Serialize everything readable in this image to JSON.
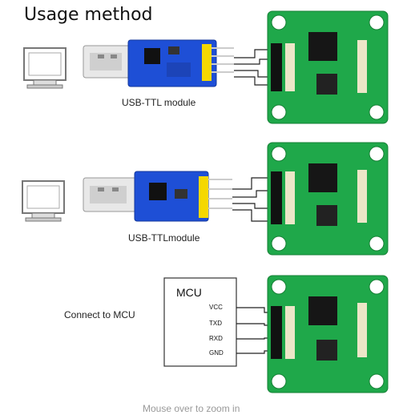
{
  "title": "Usage method",
  "section1": {
    "module_label": "USB-TTL module"
  },
  "section2": {
    "module_label": "USB-TTLmodule"
  },
  "section3": {
    "caption": "Connect to MCU",
    "mcu_title": "MCU",
    "mcu_pins": [
      "VCC",
      "TXD",
      "RXD",
      "GND"
    ]
  },
  "footer": {
    "zoom_hint": "Mouse over to zoom in"
  },
  "colors": {
    "pcb_green": "#1fa84a",
    "usb_blue": "#1e4fd6",
    "wire": "#222222"
  }
}
